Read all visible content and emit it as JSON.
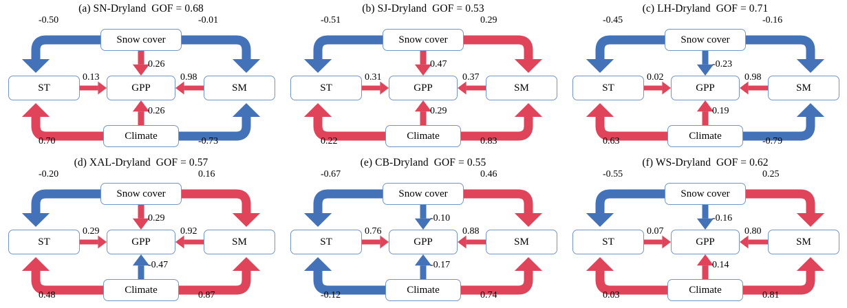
{
  "figure": {
    "node_labels": {
      "snow": "Snow cover",
      "st": "ST",
      "gpp": "GPP",
      "sm": "SM",
      "climate": "Climate"
    },
    "colors": {
      "positive": "#e0445a",
      "negative": "#4472b8",
      "node_border": "#6f96c8",
      "text": "#000000",
      "background": "#ffffff"
    }
  },
  "chart_data": {
    "type": "diagram",
    "title": "",
    "description": "Structural equation model path diagrams for six dryland sites",
    "edge_order": [
      "snow_to_st",
      "snow_to_sm",
      "snow_to_gpp",
      "st_to_gpp",
      "sm_to_gpp",
      "climate_to_gpp",
      "climate_to_st",
      "climate_to_sm"
    ],
    "nodes": [
      "Snow cover",
      "ST",
      "GPP",
      "SM",
      "Climate"
    ],
    "panels": [
      {
        "id": "a",
        "title": "(a) SN-Dryland  GOF = 0.68",
        "site": "SN-Dryland",
        "gof": 0.68,
        "edges": {
          "snow_to_st": "-0.50",
          "snow_to_sm": "-0.01",
          "snow_to_gpp": "0.26",
          "st_to_gpp": "0.13",
          "sm_to_gpp": "0.98",
          "climate_to_gpp": "0.26",
          "climate_to_st": "0.70",
          "climate_to_sm": "-0.73"
        }
      },
      {
        "id": "b",
        "title": "(b) SJ-Dryland  GOF = 0.53",
        "site": "SJ-Dryland",
        "gof": 0.53,
        "edges": {
          "snow_to_st": "-0.51",
          "snow_to_sm": "0.29",
          "snow_to_gpp": "0.47",
          "st_to_gpp": "0.31",
          "sm_to_gpp": "0.37",
          "climate_to_gpp": "0.29",
          "climate_to_st": "0.22",
          "climate_to_sm": "0.83"
        }
      },
      {
        "id": "c",
        "title": "(c) LH-Dryland  GOF = 0.71",
        "site": "LH-Dryland",
        "gof": 0.71,
        "edges": {
          "snow_to_st": "-0.45",
          "snow_to_sm": "-0.16",
          "snow_to_gpp": "-0.23",
          "st_to_gpp": "0.02",
          "sm_to_gpp": "0.98",
          "climate_to_gpp": "0.19",
          "climate_to_st": "0.63",
          "climate_to_sm": "-0.79"
        }
      },
      {
        "id": "d",
        "title": "(d) XAL-Dryland  GOF = 0.57",
        "site": "XAL-Dryland",
        "gof": 0.57,
        "edges": {
          "snow_to_st": "-0.20",
          "snow_to_sm": "0.16",
          "snow_to_gpp": "0.29",
          "st_to_gpp": "0.29",
          "sm_to_gpp": "0.92",
          "climate_to_gpp": "-0.47",
          "climate_to_st": "0.48",
          "climate_to_sm": "0.87"
        }
      },
      {
        "id": "e",
        "title": "(e) CB-Dryland  GOF = 0.55",
        "site": "CB-Dryland",
        "gof": 0.55,
        "edges": {
          "snow_to_st": "-0.67",
          "snow_to_sm": "0.46",
          "snow_to_gpp": "-0.10",
          "st_to_gpp": "0.76",
          "sm_to_gpp": "0.88",
          "climate_to_gpp": "-0.17",
          "climate_to_st": "-0.12",
          "climate_to_sm": "0.74"
        }
      },
      {
        "id": "f",
        "title": "(f) WS-Dryland  GOF = 0.62",
        "site": "WS-Dryland",
        "gof": 0.62,
        "edges": {
          "snow_to_st": "-0.55",
          "snow_to_sm": "0.25",
          "snow_to_gpp": "-0.16",
          "st_to_gpp": "0.07",
          "sm_to_gpp": "0.80",
          "climate_to_gpp": "0.14",
          "climate_to_st": "0.03",
          "climate_to_sm": "0.81"
        }
      }
    ]
  }
}
